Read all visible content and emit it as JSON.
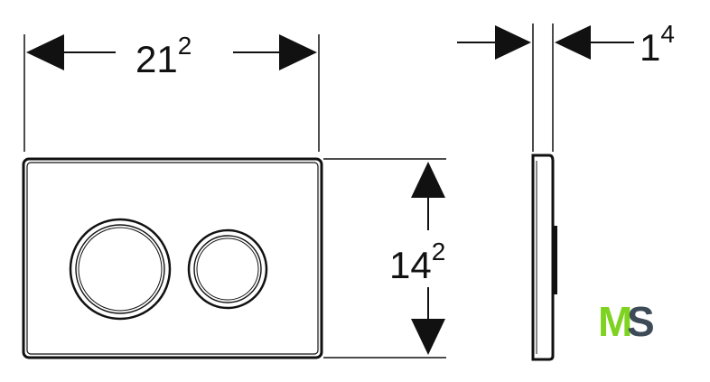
{
  "dimensions": {
    "width": {
      "main": "21",
      "sup": "2"
    },
    "height": {
      "main": "14",
      "sup": "2"
    },
    "depth": {
      "main": "1",
      "sup": "4"
    }
  },
  "logo": {
    "letter_1": "M",
    "letter_2": "S",
    "color_1": "#7ed321",
    "color_2": "#3d4a57"
  },
  "colors": {
    "line": "#111111",
    "background": "#ffffff"
  }
}
